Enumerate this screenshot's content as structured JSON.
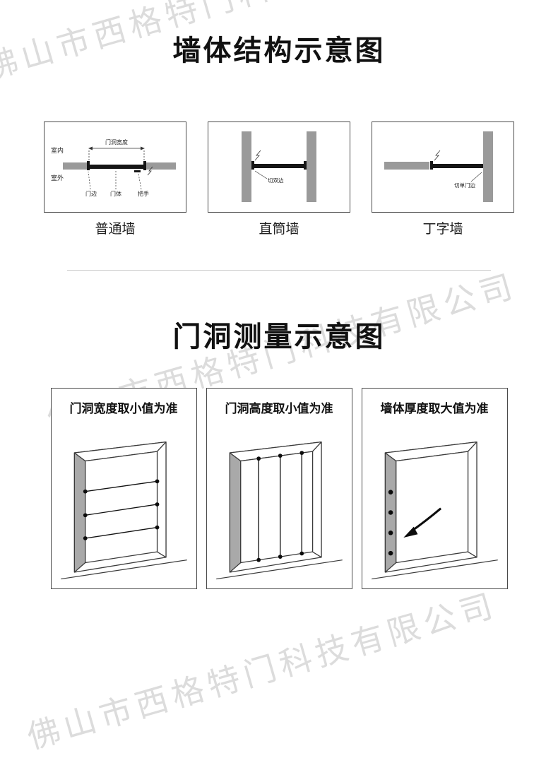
{
  "watermark": {
    "text": "佛山市西格特门科技有限公司",
    "color": "#dcdcdc"
  },
  "section_wall": {
    "title": "墙体结构示意图",
    "diagrams": [
      {
        "caption": "普通墙",
        "labels": {
          "indoor": "室内",
          "outdoor": "室外",
          "opening_width": "门洞宽度",
          "door_edge": "门边",
          "door_body": "门体",
          "handle": "把手"
        }
      },
      {
        "caption": "直筒墙",
        "labels": {
          "cut": "切双边"
        }
      },
      {
        "caption": "丁字墙",
        "labels": {
          "cut": "切单门边"
        }
      }
    ]
  },
  "section_measure": {
    "title": "门洞测量示意图",
    "boxes": [
      {
        "heading": "门洞宽度取小值为准"
      },
      {
        "heading": "门洞高度取小值为准"
      },
      {
        "heading": "墙体厚度取大值为准"
      }
    ]
  }
}
